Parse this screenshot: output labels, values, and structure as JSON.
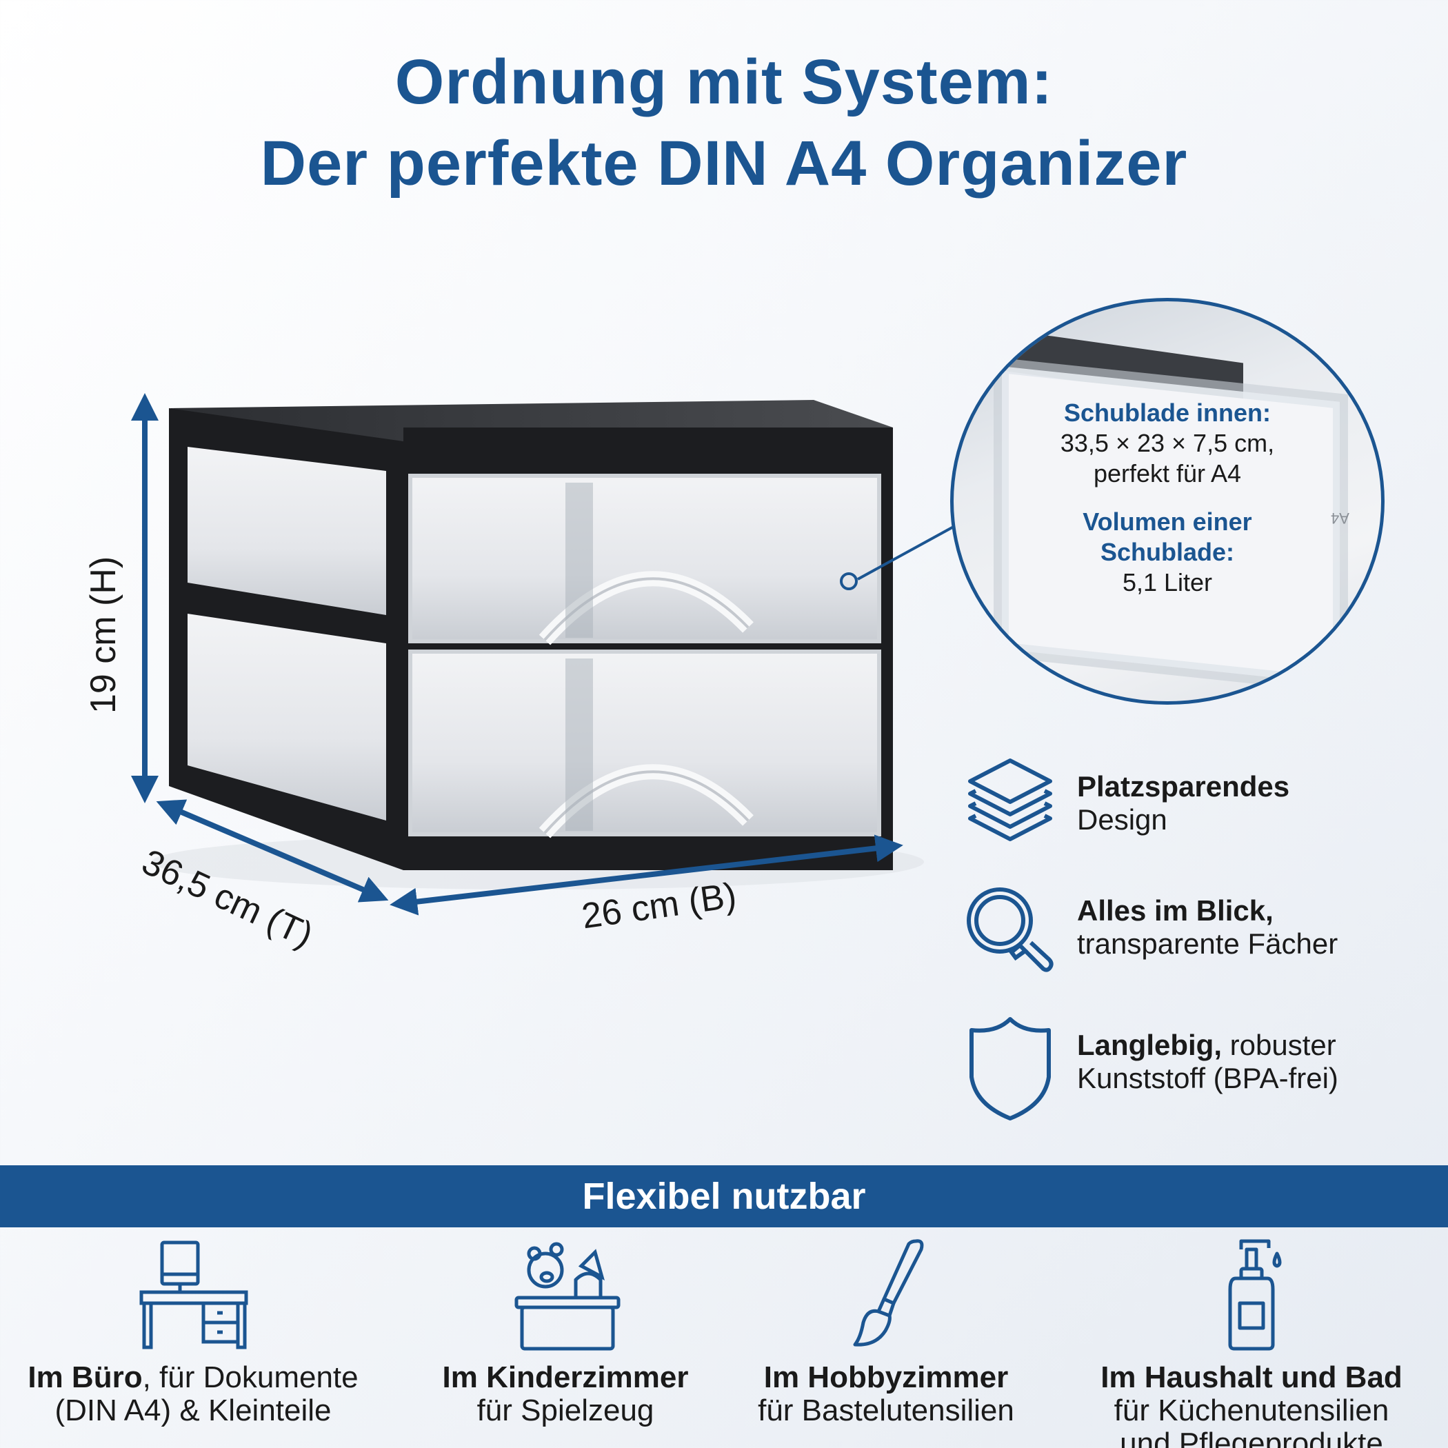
{
  "header": {
    "title_line1": "Ordnung mit System:",
    "title_line2": "Der perfekte DIN A4 Organizer"
  },
  "colors": {
    "brand_blue": "#1b5591",
    "frame_black": "#1c1d20",
    "text_dark": "#1a1a1a"
  },
  "dimensions": {
    "height": "19 cm (H)",
    "depth": "36,5 cm (T)",
    "width": "26 cm (B)"
  },
  "callout": {
    "heading1": "Schublade innen:",
    "line1": "33,5 × 23 × 7,5 cm,",
    "line2": "perfekt für A4",
    "heading2a": "Volumen einer",
    "heading2b": "Schublade:",
    "line3": "5,1 Liter",
    "paper_mark": "A4"
  },
  "features": [
    {
      "icon": "layers-icon",
      "bold": "Platzsparendes",
      "rest": "",
      "line2": "Design"
    },
    {
      "icon": "magnifier-icon",
      "bold": "Alles im Blick,",
      "rest": "",
      "line2": "transparente Fächer"
    },
    {
      "icon": "shield-icon",
      "bold": "Langlebig,",
      "rest": " robuster",
      "line2": "Kunststoff (BPA-frei)"
    }
  ],
  "banner": {
    "label": "Flexibel nutzbar"
  },
  "uses": [
    {
      "icon": "desk-icon",
      "bold": "Im Büro",
      "rest": ", für Dokumente",
      "line2": "(DIN A4) & Kleinteile",
      "line3": ""
    },
    {
      "icon": "toybox-icon",
      "bold": "Im Kinderzimmer",
      "rest": "",
      "line2": "für Spielzeug",
      "line3": ""
    },
    {
      "icon": "paintbrush-icon",
      "bold": "Im Hobbyzimmer",
      "rest": "",
      "line2": "für Bastelutensilien",
      "line3": ""
    },
    {
      "icon": "soap-dispenser-icon",
      "bold": "Im Haushalt und Bad",
      "rest": "",
      "line2": "für Küchenutensilien",
      "line3": "und Pflegeprodukte"
    }
  ]
}
